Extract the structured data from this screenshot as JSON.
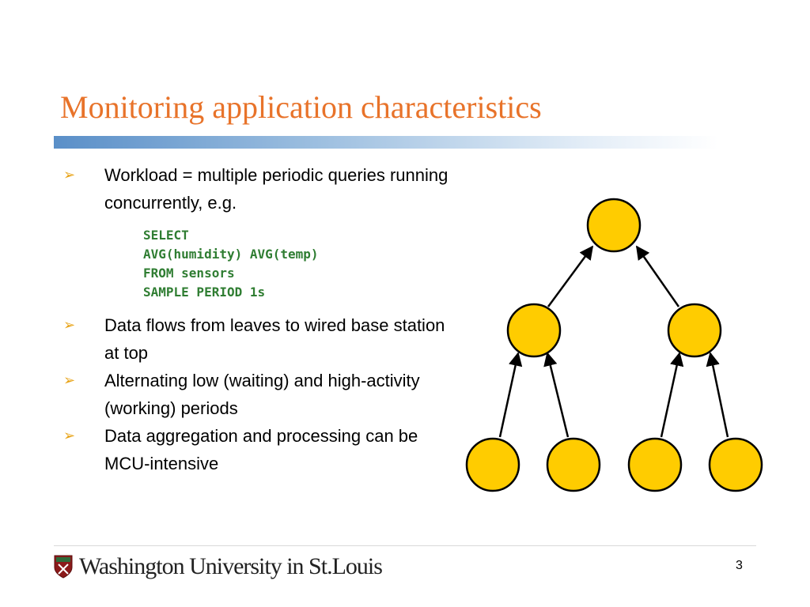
{
  "title": "Monitoring application characteristics",
  "bullets": [
    {
      "text": "Workload = multiple periodic queries running concurrently, e.g."
    },
    {
      "text": "Data flows from leaves to wired base station at top"
    },
    {
      "text": "Alternating low (waiting) and high-activity (working) periods"
    },
    {
      "text": "Data aggregation and processing can be MCU-intensive"
    }
  ],
  "code": [
    "SELECT",
    "AVG(humidity) AVG(temp)",
    "FROM sensors",
    "SAMPLE PERIOD 1s"
  ],
  "footer": {
    "logo_text": "Washington University in St.Louis",
    "page_number": "3"
  },
  "colors": {
    "title": "#e8732a",
    "node_fill": "#ffcc00",
    "code": "#2f7d32",
    "bullet": "#e8a317"
  },
  "icons": {
    "bullet": "arrow-bullet-icon",
    "logo": "university-crest-icon"
  }
}
